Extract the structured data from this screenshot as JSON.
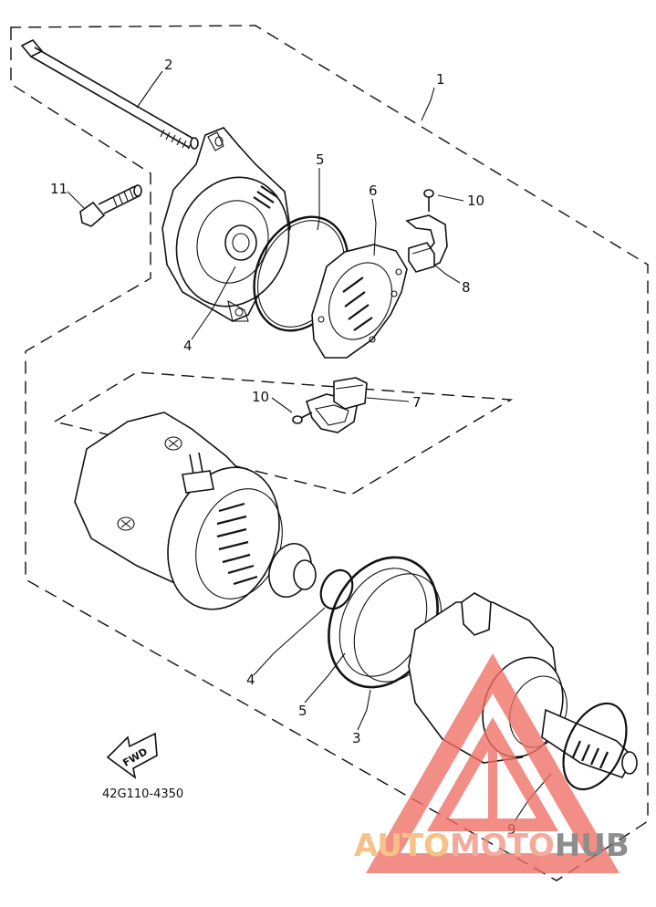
{
  "diagram": {
    "part_code": "42G110-4350",
    "fwd_label": "FWD",
    "callouts": [
      {
        "id": "c1",
        "text": "1"
      },
      {
        "id": "c2",
        "text": "2"
      },
      {
        "id": "c3",
        "text": "3"
      },
      {
        "id": "c4a",
        "text": "4"
      },
      {
        "id": "c4b",
        "text": "4"
      },
      {
        "id": "c5a",
        "text": "5"
      },
      {
        "id": "c5b",
        "text": "5"
      },
      {
        "id": "c6",
        "text": "6"
      },
      {
        "id": "c7",
        "text": "7"
      },
      {
        "id": "c8",
        "text": "8"
      },
      {
        "id": "c9",
        "text": "9"
      },
      {
        "id": "c10a",
        "text": "10"
      },
      {
        "id": "c10b",
        "text": "10"
      },
      {
        "id": "c11",
        "text": "11"
      }
    ]
  },
  "watermark": {
    "part1": "AUTO",
    "part2": "MOTO",
    "part3": "HUB",
    "colors": {
      "auto": "#f4b266",
      "moto": "#f19484",
      "hub": "#6e6e6e",
      "triangle": "#ef6f63"
    }
  }
}
